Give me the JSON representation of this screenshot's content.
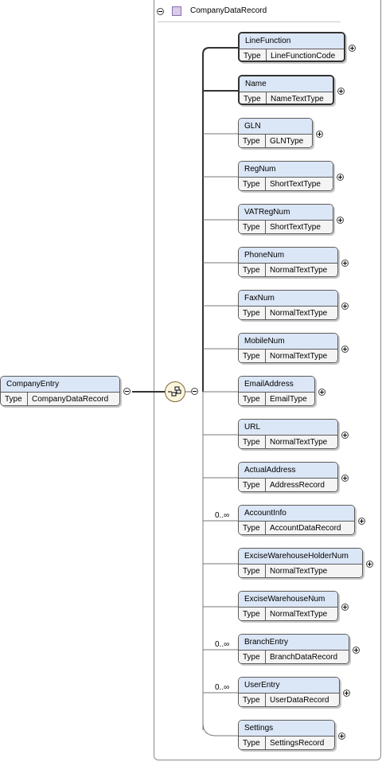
{
  "root": {
    "name": "CompanyEntry",
    "type_key": "Type",
    "type_value": "CompanyDataRecord"
  },
  "complex_type": {
    "title": "CompanyDataRecord"
  },
  "children": [
    {
      "name": "LineFunction",
      "type_key": "Type",
      "type_value": "LineFunctionCode",
      "multiplicity": ""
    },
    {
      "name": "Name",
      "type_key": "Type",
      "type_value": "NameTextType",
      "multiplicity": ""
    },
    {
      "name": "GLN",
      "type_key": "Type",
      "type_value": "GLNType",
      "multiplicity": ""
    },
    {
      "name": "RegNum",
      "type_key": "Type",
      "type_value": "ShortTextType",
      "multiplicity": ""
    },
    {
      "name": "VATRegNum",
      "type_key": "Type",
      "type_value": "ShortTextType",
      "multiplicity": ""
    },
    {
      "name": "PhoneNum",
      "type_key": "Type",
      "type_value": "NormalTextType",
      "multiplicity": ""
    },
    {
      "name": "FaxNum",
      "type_key": "Type",
      "type_value": "NormalTextType",
      "multiplicity": ""
    },
    {
      "name": "MobileNum",
      "type_key": "Type",
      "type_value": "NormalTextType",
      "multiplicity": ""
    },
    {
      "name": "EmailAddress",
      "type_key": "Type",
      "type_value": "EmailType",
      "multiplicity": ""
    },
    {
      "name": "URL",
      "type_key": "Type",
      "type_value": "NormalTextType",
      "multiplicity": ""
    },
    {
      "name": "ActualAddress",
      "type_key": "Type",
      "type_value": "AddressRecord",
      "multiplicity": ""
    },
    {
      "name": "AccountInfo",
      "type_key": "Type",
      "type_value": "AccountDataRecord",
      "multiplicity": "0..∞"
    },
    {
      "name": "ExciseWarehouseHolderNum",
      "type_key": "Type",
      "type_value": "NormalTextType",
      "multiplicity": ""
    },
    {
      "name": "ExciseWarehouseNum",
      "type_key": "Type",
      "type_value": "NormalTextType",
      "multiplicity": ""
    },
    {
      "name": "BranchEntry",
      "type_key": "Type",
      "type_value": "BranchDataRecord",
      "multiplicity": "0..∞"
    },
    {
      "name": "UserEntry",
      "type_key": "Type",
      "type_value": "UserDataRecord",
      "multiplicity": "0..∞"
    },
    {
      "name": "Settings",
      "type_key": "Type",
      "type_value": "SettingsRecord",
      "multiplicity": ""
    }
  ]
}
